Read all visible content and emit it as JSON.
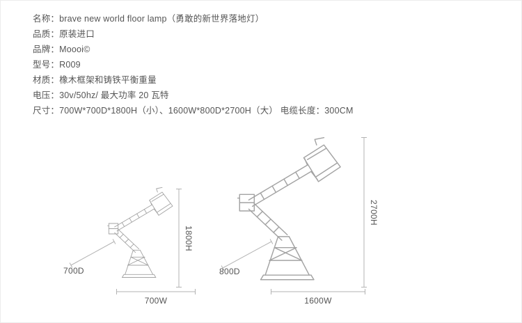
{
  "product": {
    "specs": [
      "名称：brave new world floor lamp（勇敢的新世界落地灯）",
      "品质：原装进口",
      "品牌：Moooi©",
      "型号：R009",
      "材质：橡木框架和铸铁平衡重量",
      "电压：30v/50hz/ 最大功率 20 瓦特",
      "尺寸：700W*700D*1800H（小）、1600W*800D*2700H（大） 电缆长度：300CM"
    ]
  },
  "diagrams": {
    "small_lamp": {
      "depth_label": "700D",
      "width_label": "700W",
      "height_label": "1800H"
    },
    "large_lamp": {
      "depth_label": "800D",
      "width_label": "1600W",
      "height_label": "2700H"
    }
  },
  "colors": {
    "background": "#ffffff",
    "border": "#ececec",
    "text": "#555555",
    "line_art": "#a3a3a3",
    "dimension_line": "#b3b3b3"
  }
}
